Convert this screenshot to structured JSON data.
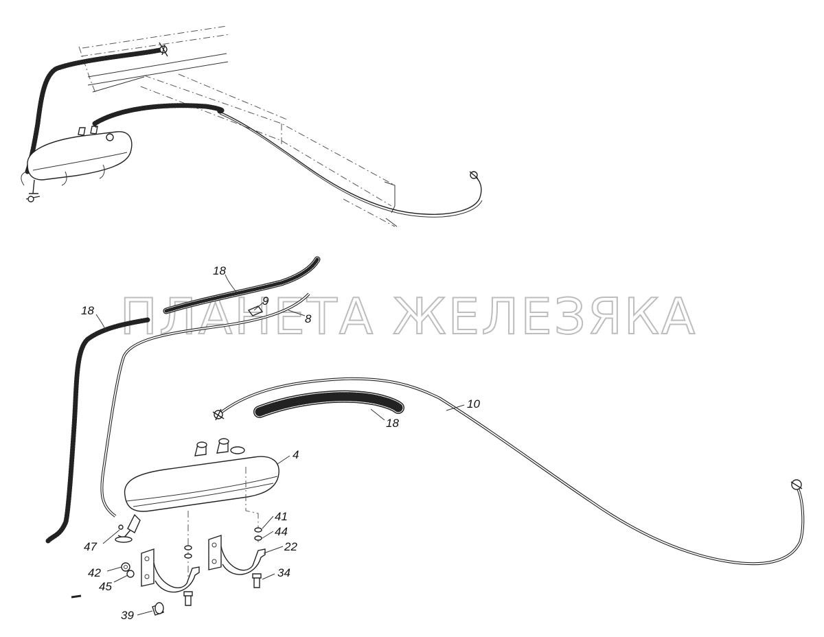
{
  "watermark": "ПЛАНЕТА ЖЕЛЕЗЯКА",
  "callouts": {
    "c18a": "18",
    "c18b": "18",
    "c18c": "18",
    "c9": "9",
    "c8": "8",
    "c10": "10",
    "c4": "4",
    "c41": "41",
    "c44": "44",
    "c22": "22",
    "c47": "47",
    "c42": "42",
    "c45": "45",
    "c34": "34",
    "c39": "39"
  }
}
